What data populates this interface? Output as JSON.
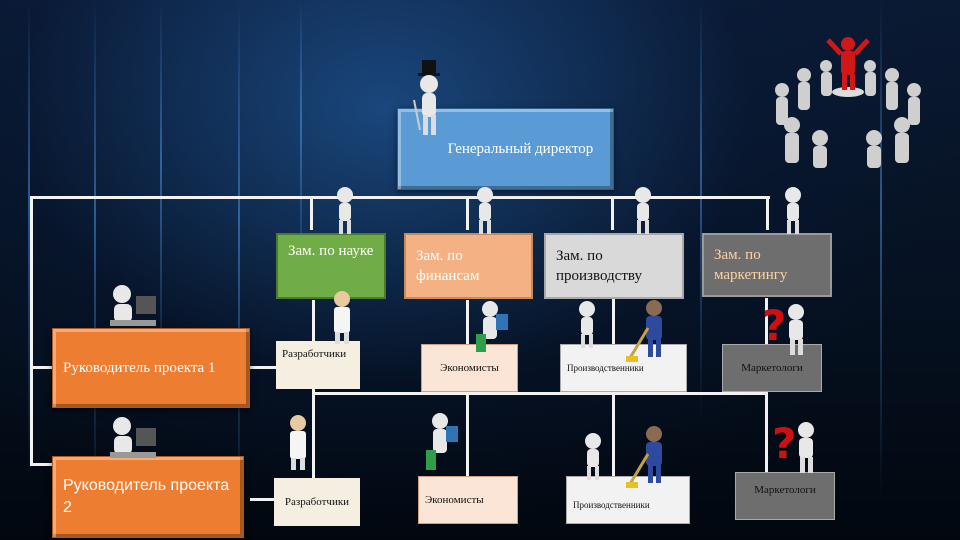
{
  "colors": {
    "director": "#5b9bd5",
    "science": "#70ad47",
    "finance": "#f4b183",
    "production": "#d9d9d9",
    "marketing": "#6e6e6e",
    "project_lead": "#ed7d31",
    "connector": "#f2f2f2"
  },
  "director": {
    "label": "Генеральный директор",
    "icon": "top-hat-figure-icon"
  },
  "deputies": [
    {
      "label": "Зам. по науке"
    },
    {
      "label": "Зам. по финансам"
    },
    {
      "label": "Зам. по производству"
    },
    {
      "label": "Зам. по маркетингу"
    }
  ],
  "project_leads": [
    {
      "label": "Руководитель проекта 1"
    },
    {
      "label": "Руководитель проекта 2"
    }
  ],
  "row1": [
    "Разработчики",
    "Экономисты",
    "Производственники",
    "Маркетологи"
  ],
  "row2": [
    "Разработчики",
    "Экономисты",
    "Производственники",
    "Маркетологи"
  ]
}
